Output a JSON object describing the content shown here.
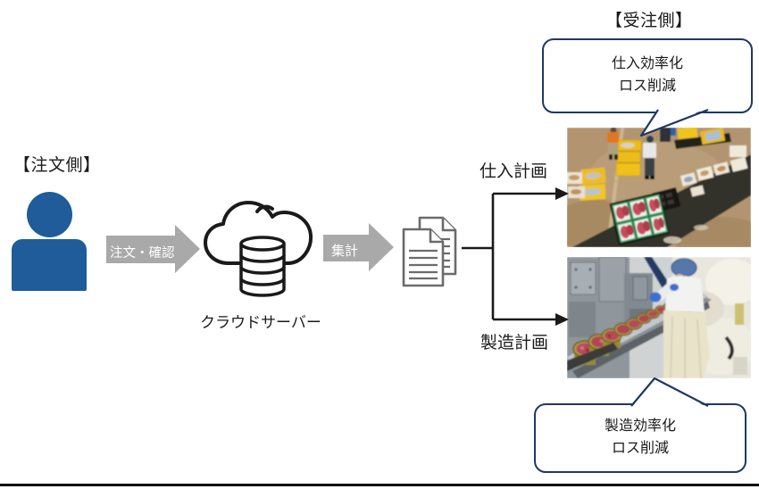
{
  "colors": {
    "personBlue": "#1F5C99",
    "bubbleBorder": "#1F3864",
    "arrowGray": "#A9A9A9",
    "lineBlack": "#1a1a1a",
    "docGray": "#6b6b6b",
    "textColor": "#1a1a1a"
  },
  "headings": {
    "order_side": "【注文側】",
    "receive_side": "【受注側】"
  },
  "flow": {
    "order_confirm_arrow": "注文・確認",
    "aggregate_arrow": "集計",
    "cloud_server_label": "クラウドサーバー",
    "purchase_plan_label": "仕入計画",
    "manufacture_plan_label": "製造計画"
  },
  "bubbles": {
    "purchase": {
      "line1": "仕入効率化",
      "line2": "ロス削減"
    },
    "manufacture": {
      "line1": "製造効率化",
      "line2": "ロス削減"
    }
  },
  "icons": {
    "person": "person-icon",
    "cloud": "cloud-database-icon",
    "documents": "documents-icon",
    "purchase_photo": "fish-market-overhead-photo",
    "manufacture_photo": "canning-line-photo"
  }
}
